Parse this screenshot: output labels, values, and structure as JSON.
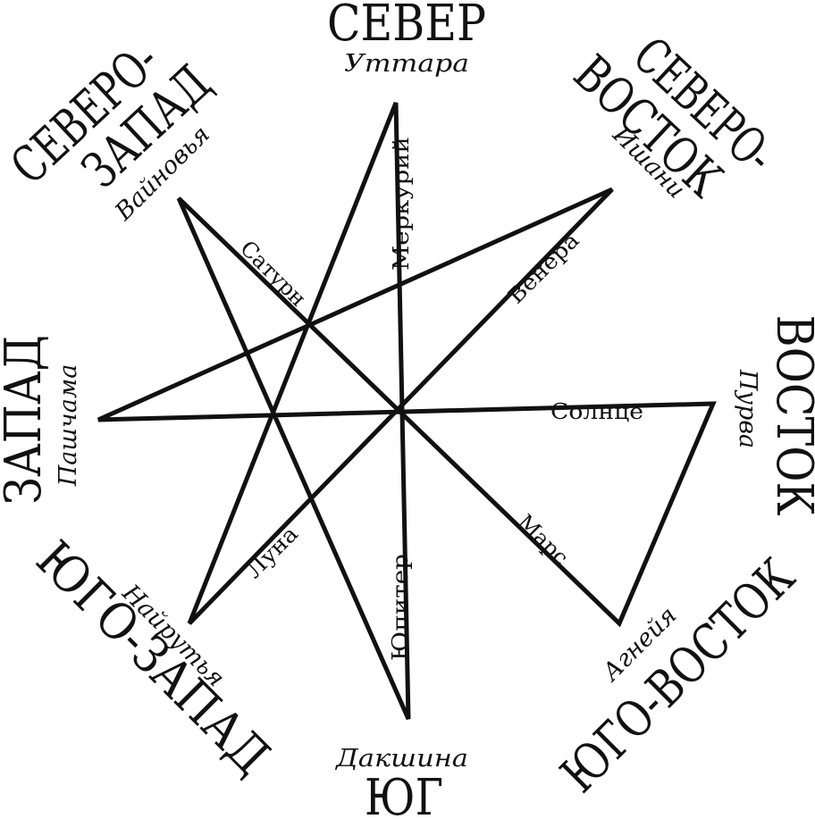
{
  "directions": {
    "north": {
      "name": "СЕВЕР",
      "sanskrit": "Уттара"
    },
    "northeast": {
      "name_line1": "СЕВЕРО-",
      "name_line2": "ВОСТОК",
      "sanskrit": "Ишани"
    },
    "east": {
      "name": "ВОСТОК",
      "sanskrit": "Пурва"
    },
    "southeast": {
      "name": "ЮГО-ВОСТОК",
      "sanskrit": "Агнейя"
    },
    "south": {
      "name": "ЮГ",
      "sanskrit": "Дакшина"
    },
    "southwest": {
      "name": "ЮГО-ЗАПАД",
      "sanskrit": "Найрутья"
    },
    "west": {
      "name": "ЗАПАД",
      "sanskrit": "Пашчама"
    },
    "northwest": {
      "name_line1": "СЕВЕРО-",
      "name_line2": "ЗАПАД",
      "sanskrit": "Вайновья"
    }
  },
  "planets": {
    "mercury": "Меркурий",
    "venus": "Венера",
    "sun": "Солнце",
    "mars": "Марс",
    "jupiter": "Юпитер",
    "moon": "Луна",
    "saturn": "Сатурн"
  },
  "colors": {
    "ink": "#111111",
    "background": "#ffffff"
  }
}
